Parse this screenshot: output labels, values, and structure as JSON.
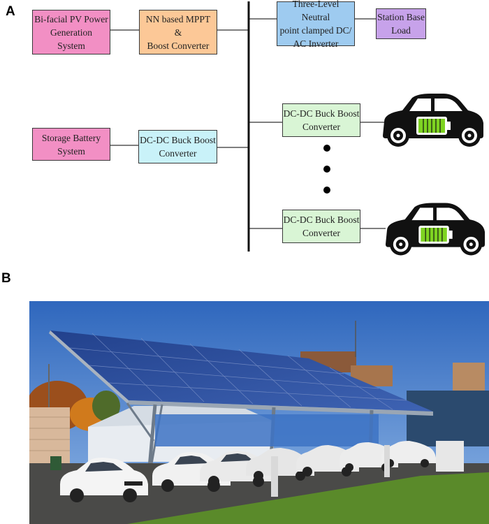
{
  "panel_a": {
    "label": "A",
    "blocks": {
      "pv": {
        "text": "Bi-facial PV Power\nGeneration\nSystem",
        "color": "#f28fc4"
      },
      "mppt": {
        "text": "NN based MPPT\n&\nBoost Converter",
        "color": "#fcc897"
      },
      "inverter": {
        "text": "Three-Level Neutral\npoint clamped  DC/\nAC Inverter",
        "color": "#9ecbf0"
      },
      "load": {
        "text": "Station Base\nLoad",
        "color": "#c7a2ea"
      },
      "battery": {
        "text": "Storage Battery\nSystem",
        "color": "#f28fc4"
      },
      "battery_converter": {
        "text": "DC-DC Buck Boost\nConverter",
        "color": "#c9f2f9"
      },
      "ev_converter_1": {
        "text": "DC-DC Buck Boost\nConverter",
        "color": "#d9f5d5"
      },
      "ev_converter_2": {
        "text": "DC-DC Buck Boost\nConverter",
        "color": "#d9f5d5"
      }
    },
    "icons": {
      "ev": "electric-car-icon",
      "battery": "battery-charge-icon"
    },
    "colors": {
      "car_body": "#111111",
      "battery_fill": "#7ed321",
      "wire": "#333333"
    }
  },
  "panel_b": {
    "label": "B",
    "photo": "solar-carport-ev-charging-photo",
    "colors": {
      "sky": "#3f77c8",
      "panels": "#1f3f8c",
      "grass": "#5a8a2a",
      "asphalt": "#4a4a48"
    }
  }
}
